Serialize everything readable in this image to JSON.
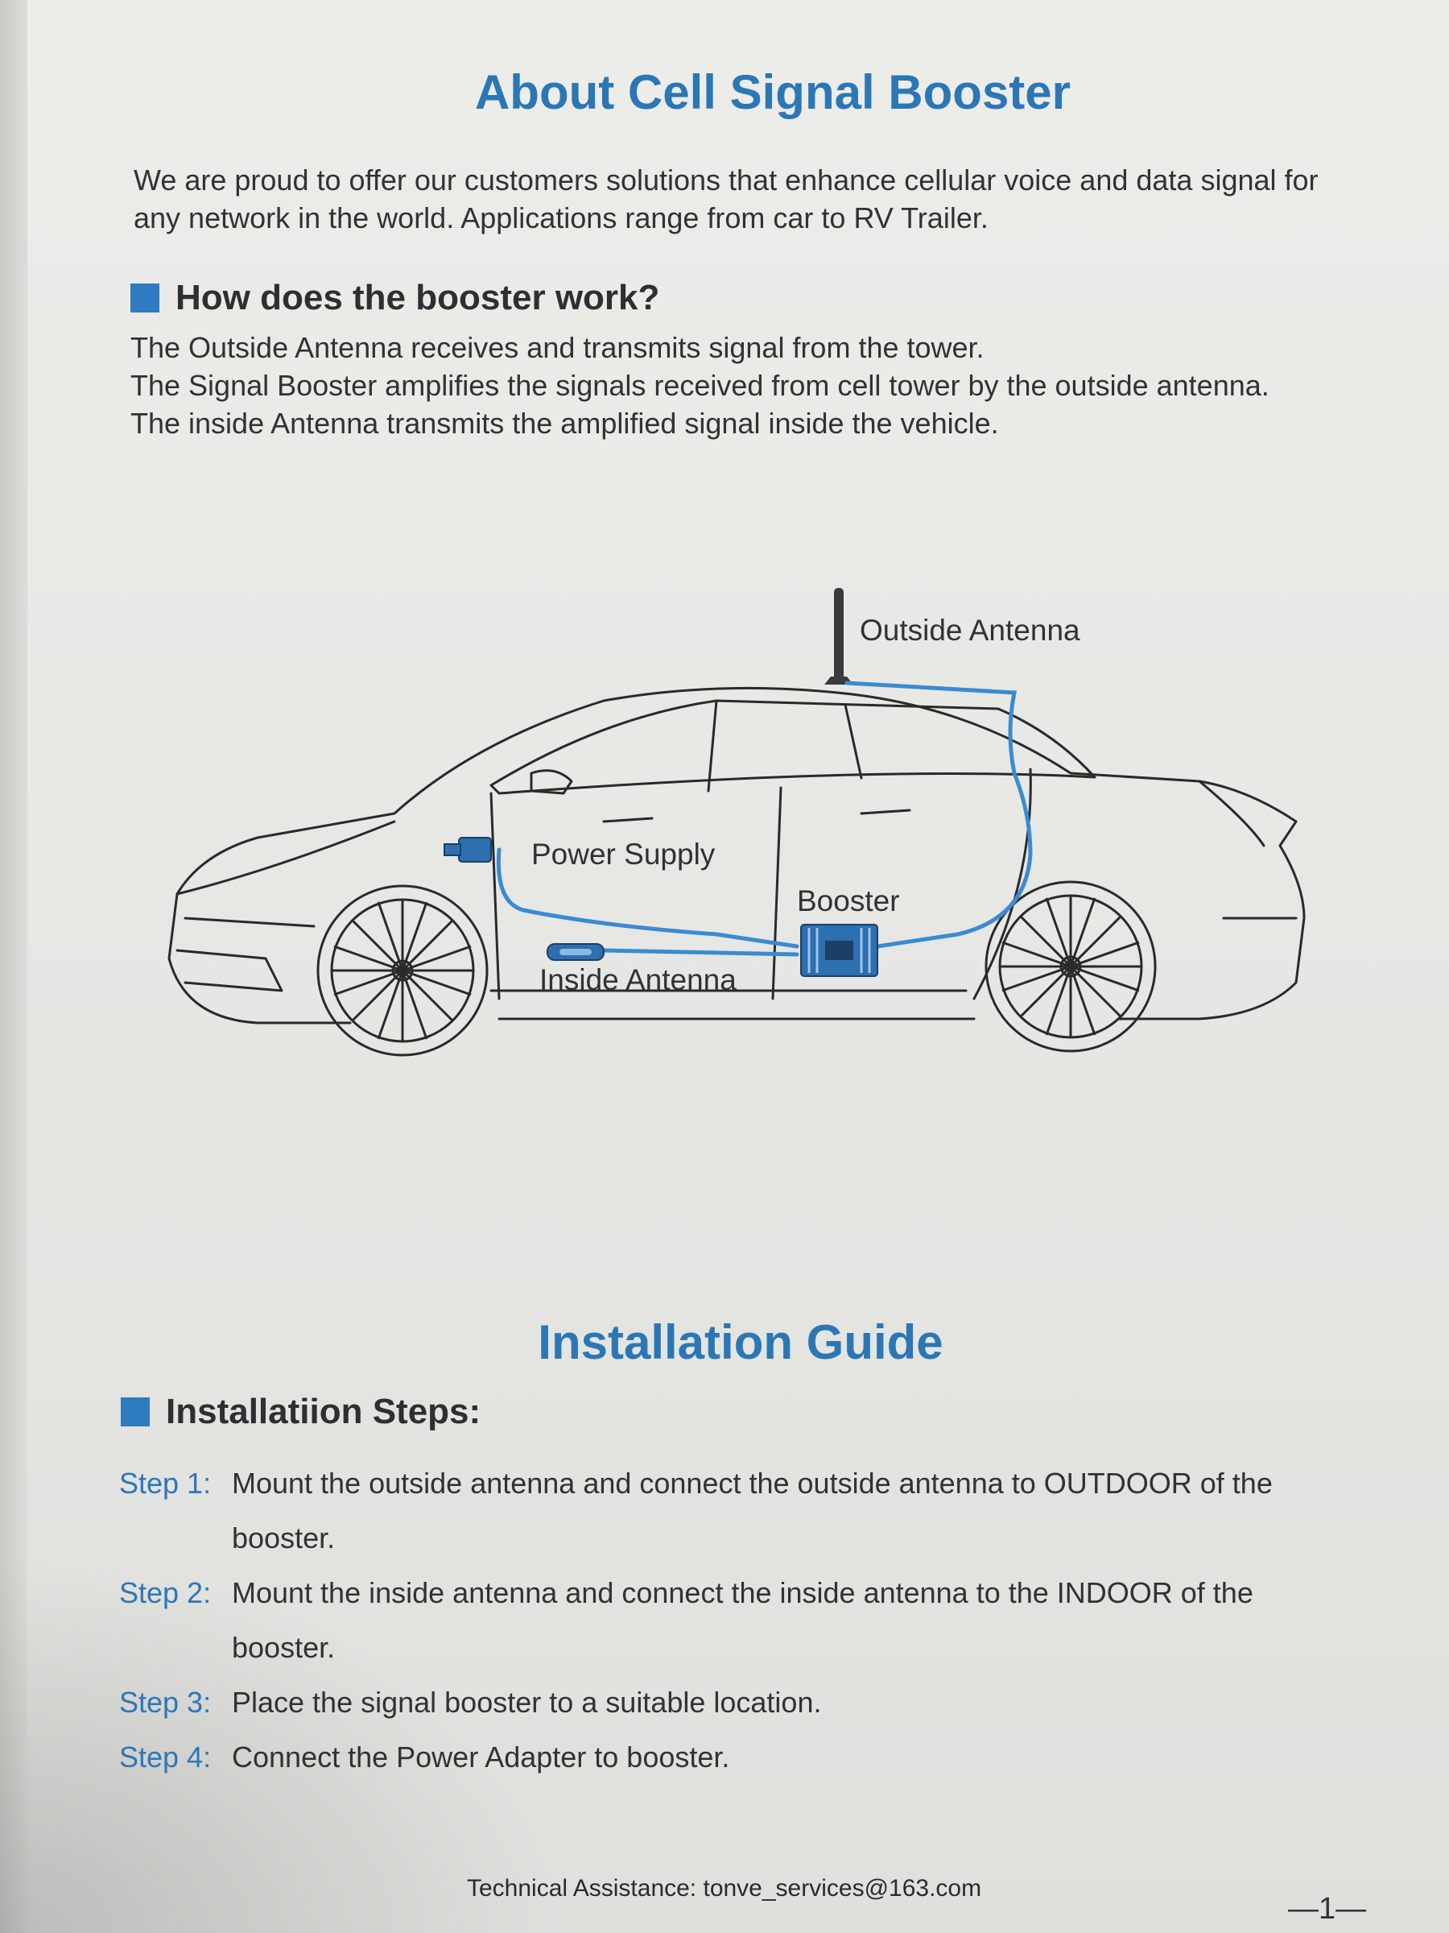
{
  "about": {
    "title": "About Cell Signal Booster",
    "intro": "We are proud to offer our customers solutions that enhance cellular voice and data signal for any network in the world. Applications range from car to RV Trailer.",
    "how_heading": "How does the booster work?",
    "how_lines": [
      "The Outside Antenna receives and transmits signal from the tower.",
      "The Signal Booster amplifies the signals received from cell tower by the outside antenna.",
      "The inside Antenna transmits the amplified signal inside the vehicle."
    ]
  },
  "diagram": {
    "outside_antenna": "Outside Antenna",
    "power_supply": "Power Supply",
    "booster": "Booster",
    "inside_antenna": "Inside Antenna",
    "cable_color": "#3b8bd0",
    "line_color": "#2a2a2a"
  },
  "install": {
    "title": "Installation Guide",
    "steps_heading": "Installatiion Steps:",
    "steps": [
      {
        "key": "Step 1:",
        "text": "Mount the outside antenna and connect the outside antenna to OUTDOOR of the booster."
      },
      {
        "key": "Step 2:",
        "text": "Mount the inside antenna and connect the inside antenna to the INDOOR of the booster."
      },
      {
        "key": "Step 3:",
        "text": "Place the signal booster to a suitable location."
      },
      {
        "key": "Step 4:",
        "text": "Connect the Power Adapter to booster."
      }
    ]
  },
  "footer": {
    "assistance": "Technical Assistance: tonve_services@163.com",
    "page_number": "—1—"
  },
  "colors": {
    "accent": "#2b77b6",
    "text": "#2f3236"
  }
}
